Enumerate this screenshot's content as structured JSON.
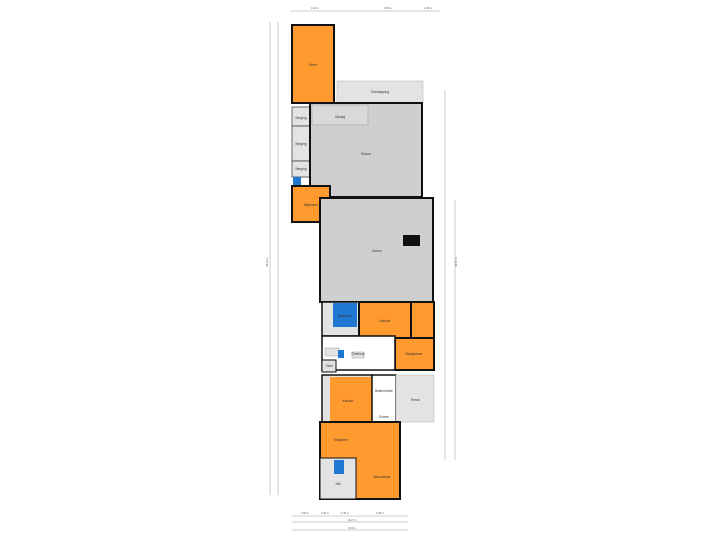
{
  "colors": {
    "orange": "#ff9a2e",
    "gray": "#cfcfcf",
    "light_gray": "#e3e3e3",
    "blue": "#1f78d1",
    "wall": "#111111",
    "dim_line": "#9a9a9a"
  },
  "rooms": {
    "serre": "Serre",
    "overkapping": "Overkapping",
    "opslag_top": "Opslag",
    "berging_a": "Berging",
    "berging_b": "Berging",
    "berging_c": "Berging",
    "schuur_top": "Schuur",
    "bijkeuken": "Bijkeuken",
    "schuur_mid": "Schuur",
    "badkamer": "Badkamer",
    "kantoor": "Kantoor",
    "slaapkamer": "Slaapkamer",
    "overloop": "Overloop",
    "toilet": "Toilet",
    "keuken": "Keuken",
    "buitenruimte": "Buitenruimte",
    "entree": "Entree",
    "woonkamer": "Woonkamer",
    "terras": "Terras",
    "eetkamer": "Eetkamer",
    "hal": "Hal"
  },
  "dimensions": {
    "top_left": "4.10 m",
    "top_mid": "3.80 m",
    "top_right": "1.90 m",
    "bottom_1": "3.55 m",
    "bottom_2": "3.18 m",
    "bottom_3": "1.35 m",
    "bottom_4": "3.48 m",
    "bottom_total": "13.27 m",
    "bottom_total2": "13.5 m",
    "left_total": "46.41 m",
    "right_total": "44.87 m"
  }
}
